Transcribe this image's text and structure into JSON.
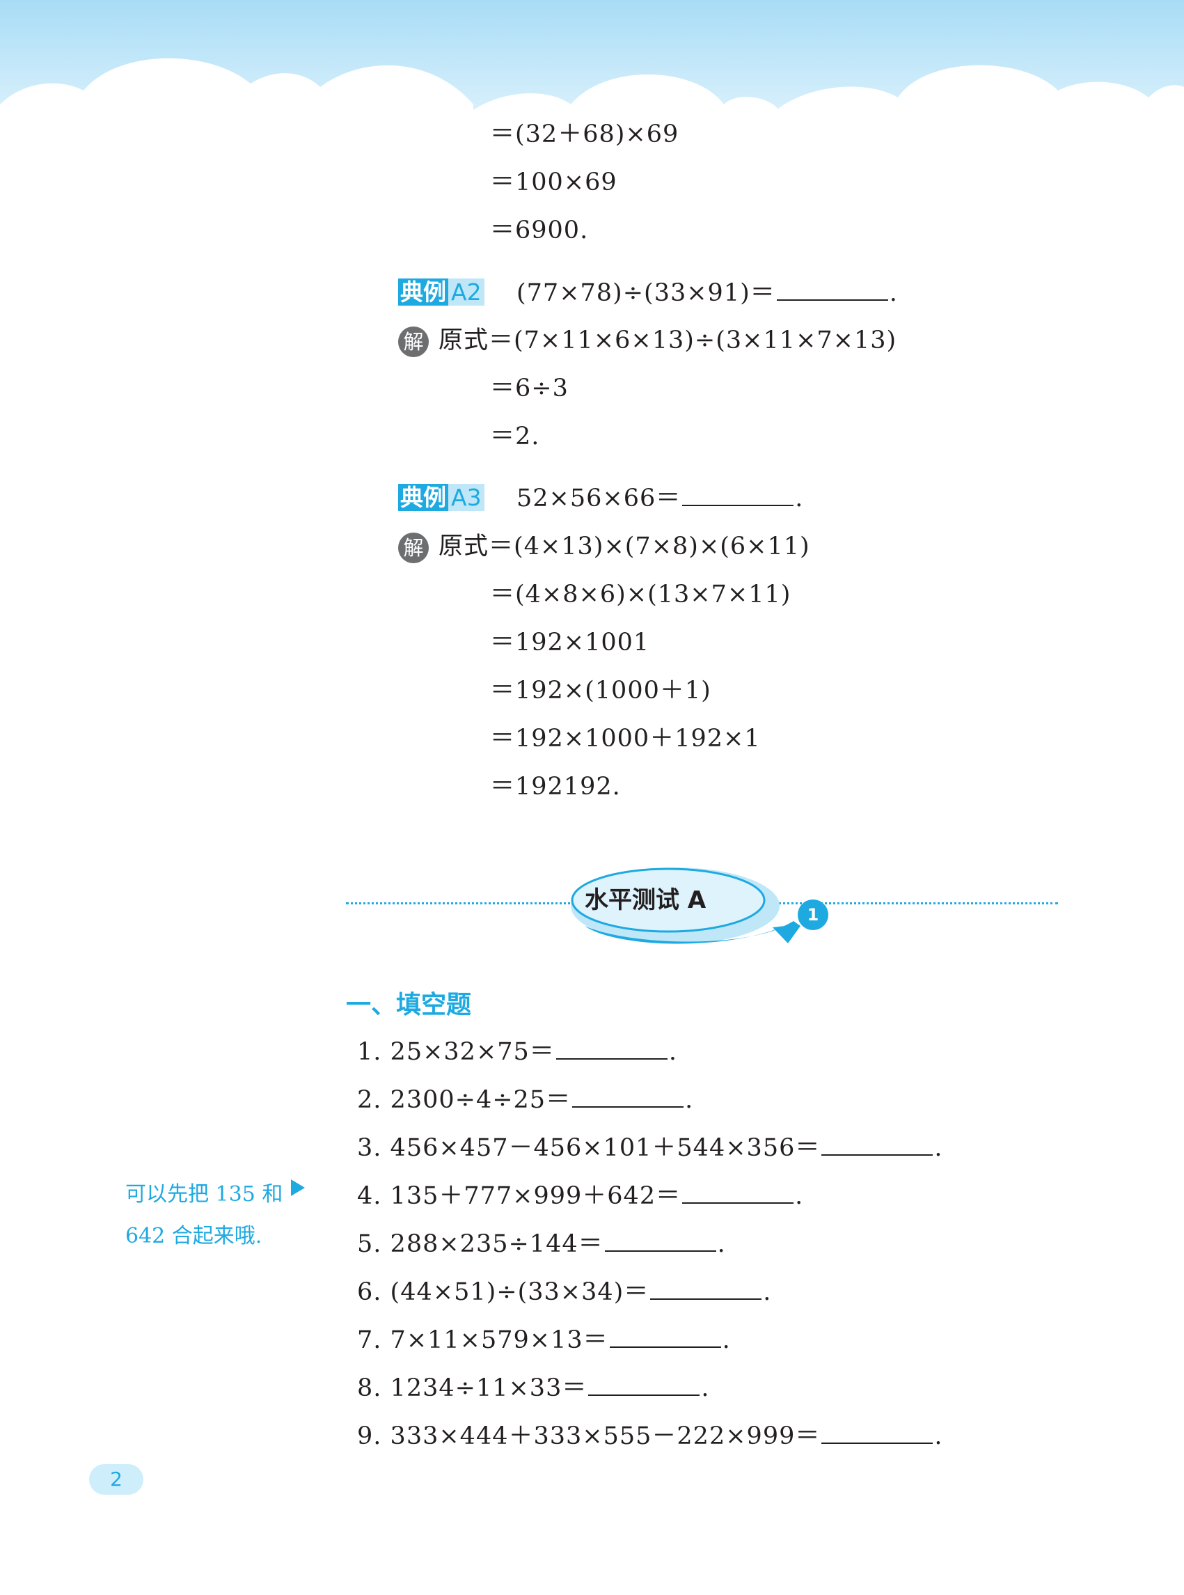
{
  "continuation": [
    "＝(32＋68)×69",
    "＝100×69",
    "＝6900."
  ],
  "example_a2": {
    "tag_prefix": "典例",
    "tag_code": "A2",
    "problem": "(77×78)÷(33×91)＝",
    "answer_end": ".",
    "jie": "解",
    "first_step": "原式＝(7×11×6×13)÷(3×11×7×13)",
    "steps": [
      "＝6÷3",
      "＝2."
    ]
  },
  "example_a3": {
    "tag_prefix": "典例",
    "tag_code": "A3",
    "problem": "52×56×66＝",
    "answer_end": ".",
    "jie": "解",
    "first_step": "原式＝(4×13)×(7×8)×(6×11)",
    "steps": [
      "＝(4×8×6)×(13×7×11)",
      "＝192×1001",
      "＝192×(1000＋1)",
      "＝192×1000＋192×1",
      "＝192192."
    ]
  },
  "section": {
    "title": "水平测试 A",
    "number": "1",
    "part_heading": "一、填空题"
  },
  "questions": [
    {
      "num": "1.",
      "expr": "25×32×75＝",
      "end": "."
    },
    {
      "num": "2.",
      "expr": "2300÷4÷25＝",
      "end": "."
    },
    {
      "num": "3.",
      "expr": "456×457－456×101＋544×356＝",
      "end": "."
    },
    {
      "num": "4.",
      "expr": "135＋777×999＋642＝",
      "end": "."
    },
    {
      "num": "5.",
      "expr": "288×235÷144＝",
      "end": "."
    },
    {
      "num": "6.",
      "expr": "(44×51)÷(33×34)＝",
      "end": "."
    },
    {
      "num": "7.",
      "expr": "7×11×579×13＝",
      "end": "."
    },
    {
      "num": "8.",
      "expr": "1234÷11×33＝",
      "end": "."
    },
    {
      "num": "9.",
      "expr": "333×444＋333×555－222×999＝",
      "end": "."
    }
  ],
  "hint": {
    "line1": "可以先把 135 和",
    "line2": "642 合起来哦."
  },
  "page_number": "2",
  "colors": {
    "accent": "#1ea9e1",
    "sky": "#bfe7f8",
    "badge_gray": "#6d6e70"
  }
}
